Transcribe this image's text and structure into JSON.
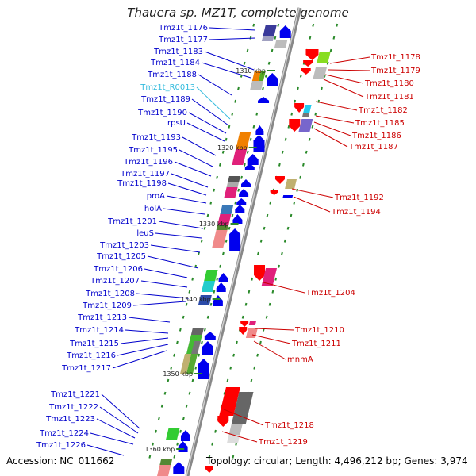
{
  "title": "Thauera sp. MZ1T, complete genome",
  "footer": {
    "accession": "Accession: NC_011662",
    "topology": "Topology: circular; Length: 4,496,212 bp; Genes: 3,974"
  },
  "colors": {
    "left_label": "#0000cc",
    "right_label": "#cc0000",
    "rna_label": "#33bbdd",
    "axis": "#999999"
  },
  "scale_labels": [
    "1310 kbp",
    "1320 kbp",
    "1330 kbp",
    "1340 kbp",
    "1350 kbp",
    "1360 kbp"
  ],
  "left_genes": [
    "Tmz1t_1176",
    "Tmz1t_1177",
    "Tmz1t_1183",
    "Tmz1t_1184",
    "Tmz1t_1188",
    "Tmz1t_R0013",
    "Tmz1t_1189",
    "Tmz1t_1190",
    "rpsU",
    "Tmz1t_1193",
    "Tmz1t_1195",
    "Tmz1t_1196",
    "Tmz1t_1197",
    "Tmz1t_1198",
    "proA",
    "holA",
    "Tmz1t_1201",
    "leuS",
    "Tmz1t_1203",
    "Tmz1t_1205",
    "Tmz1t_1206",
    "Tmz1t_1207",
    "Tmz1t_1208",
    "Tmz1t_1209",
    "Tmz1t_1213",
    "Tmz1t_1214",
    "Tmz1t_1215",
    "Tmz1t_1216",
    "Tmz1t_1217",
    "Tmz1t_1221",
    "Tmz1t_1222",
    "Tmz1t_1223",
    "Tmz1t_1224",
    "Tmz1t_1226"
  ],
  "right_genes": [
    "Tmz1t_1178",
    "Tmz1t_1179",
    "Tmz1t_1180",
    "Tmz1t_1181",
    "Tmz1t_1182",
    "Tmz1t_1185",
    "Tmz1t_1186",
    "Tmz1t_1187",
    "Tmz1t_1192",
    "Tmz1t_1194",
    "Tmz1t_1204",
    "Tmz1t_1210",
    "Tmz1t_1211",
    "mnmA",
    "Tmz1t_1218",
    "Tmz1t_1219"
  ]
}
